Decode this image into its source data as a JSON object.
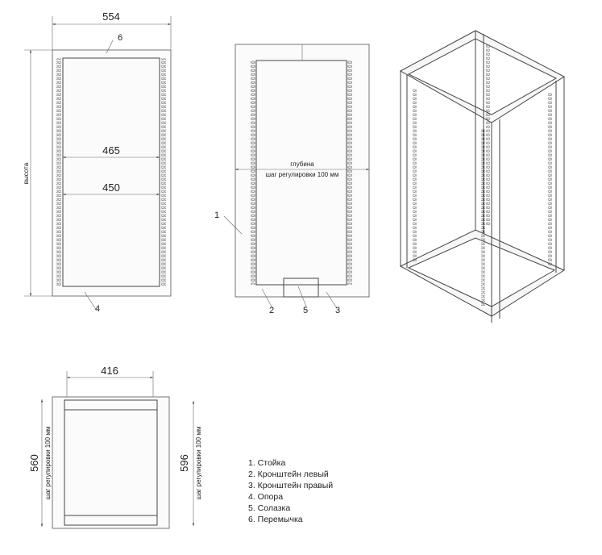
{
  "front_view": {
    "width_dim": "554",
    "inner_dim_1": "465",
    "inner_dim_2": "450",
    "height_label": "высота",
    "callout_top": "6",
    "callout_bottom": "4"
  },
  "side_view": {
    "depth_label": "глубина",
    "step_label": "шаг регулировки 100 мм",
    "callouts": [
      "1",
      "2",
      "5",
      "3"
    ]
  },
  "top_view": {
    "width_dim": "416",
    "left_dim": "560",
    "right_dim": "596",
    "left_step_label": "шаг регулировки 100 мм",
    "right_step_label": "шаг регулировки 100 мм"
  },
  "legend": [
    "1. Стойка",
    "2. Кронштейн левый",
    "3. Кронштейн правый",
    "4. Опора",
    "5. Солазка",
    "6. Перемычка"
  ]
}
